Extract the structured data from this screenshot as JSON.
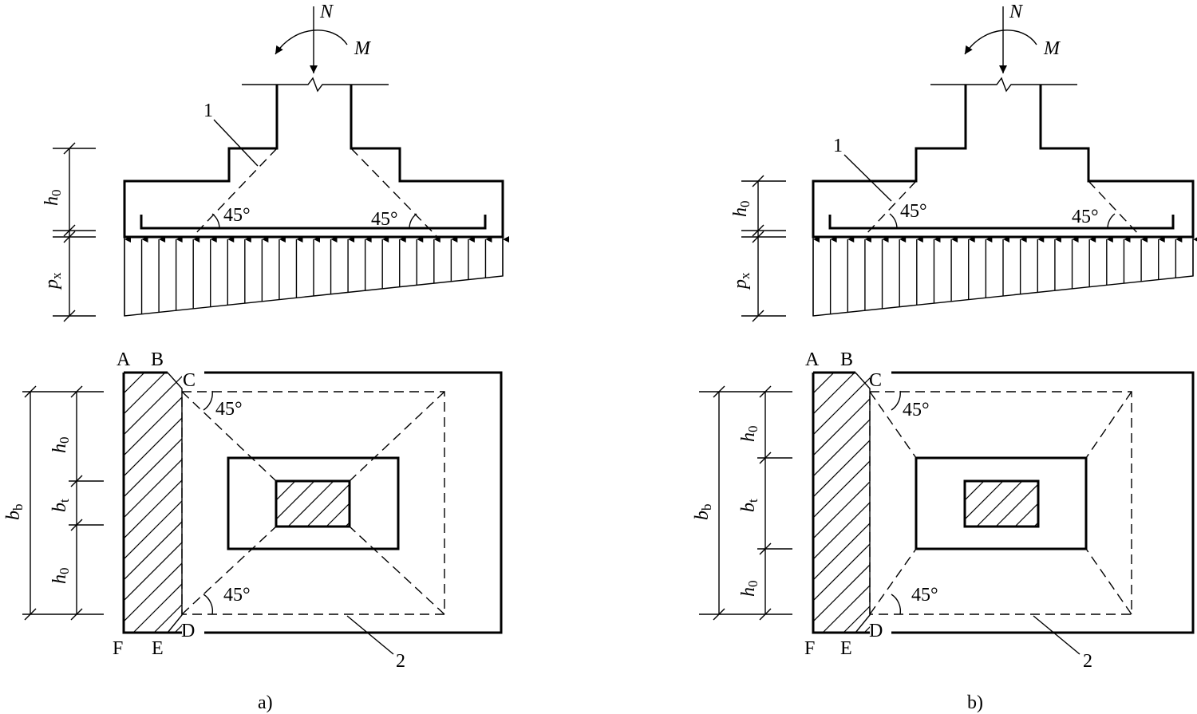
{
  "panels": [
    {
      "caption": "a)",
      "load_n": "N",
      "load_m": "M",
      "angle_text": "45°",
      "leader_1": "1",
      "leader_2": "2",
      "corners": {
        "a": "A",
        "b": "B",
        "c": "C",
        "d": "D",
        "e": "E",
        "f": "F"
      },
      "dim_h0": {
        "base": "h",
        "sub": "0"
      },
      "dim_px": {
        "base": "p",
        "sub": "x"
      },
      "dim_bb": {
        "base": "b",
        "sub": "b"
      },
      "dim_bt": {
        "base": "b",
        "sub": "t"
      }
    },
    {
      "caption": "b)",
      "load_n": "N",
      "load_m": "M",
      "angle_text": "45°",
      "leader_1": "1",
      "leader_2": "2",
      "corners": {
        "a": "A",
        "b": "B",
        "c": "C",
        "d": "D",
        "e": "E",
        "f": "F"
      },
      "dim_h0": {
        "base": "h",
        "sub": "0"
      },
      "dim_px": {
        "base": "p",
        "sub": "x"
      },
      "dim_bb": {
        "base": "b",
        "sub": "b"
      },
      "dim_bt": {
        "base": "b",
        "sub": "t"
      }
    }
  ]
}
